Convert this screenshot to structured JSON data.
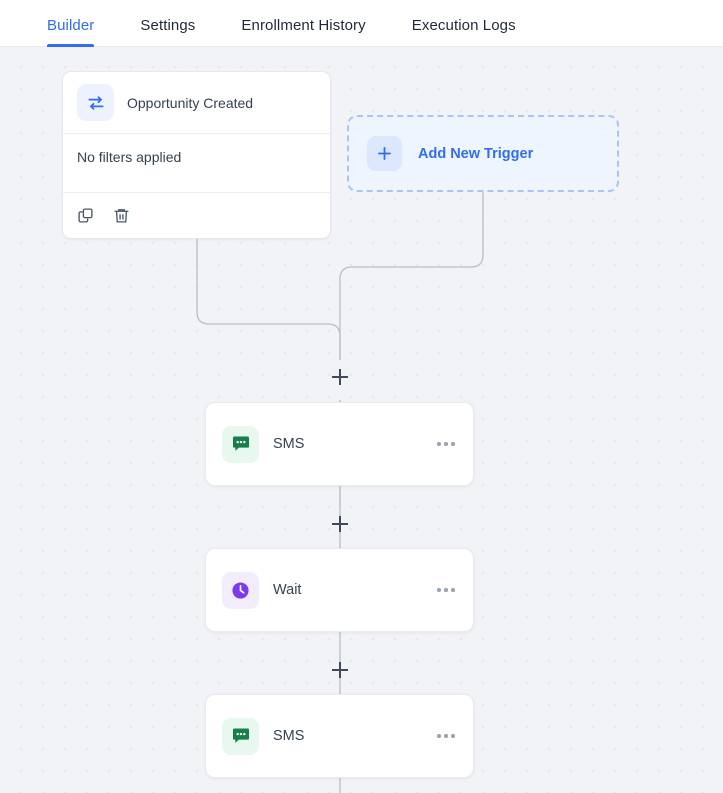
{
  "tabs": [
    {
      "label": "Builder",
      "active": true
    },
    {
      "label": "Settings",
      "active": false
    },
    {
      "label": "Enrollment History",
      "active": false
    },
    {
      "label": "Execution Logs",
      "active": false
    }
  ],
  "colors": {
    "accent_blue": "#2f6ef0",
    "canvas_bg": "#f1f3f6",
    "dot_grid": "#e5e7ea",
    "edge_line": "#b9bec8",
    "sms_green": "#17804a",
    "wait_violet": "#7c3aed",
    "text_primary": "#374151"
  },
  "canvas": {
    "trigger_card": {
      "icon": "transfer-arrows-icon",
      "title": "Opportunity Created",
      "filters_text": "No filters applied",
      "actions": [
        {
          "icon": "copy-icon",
          "name": "duplicate-trigger-button"
        },
        {
          "icon": "trash-icon",
          "name": "delete-trigger-button"
        }
      ]
    },
    "add_trigger": {
      "icon": "plus-icon",
      "label": "Add New Trigger"
    },
    "nodes": [
      {
        "id": "sms-1",
        "icon": "sms-chat-icon",
        "label": "SMS",
        "menu": "more-options-icon"
      },
      {
        "id": "wait-1",
        "icon": "clock-icon",
        "label": "Wait",
        "menu": "more-options-icon"
      },
      {
        "id": "sms-2",
        "icon": "sms-chat-icon",
        "label": "SMS",
        "menu": "more-options-icon"
      }
    ],
    "add_step_handles": [
      {
        "id": "add-step-1",
        "name": "add-step-button-1"
      },
      {
        "id": "add-step-2",
        "name": "add-step-button-2"
      },
      {
        "id": "add-step-3",
        "name": "add-step-button-3"
      }
    ]
  }
}
